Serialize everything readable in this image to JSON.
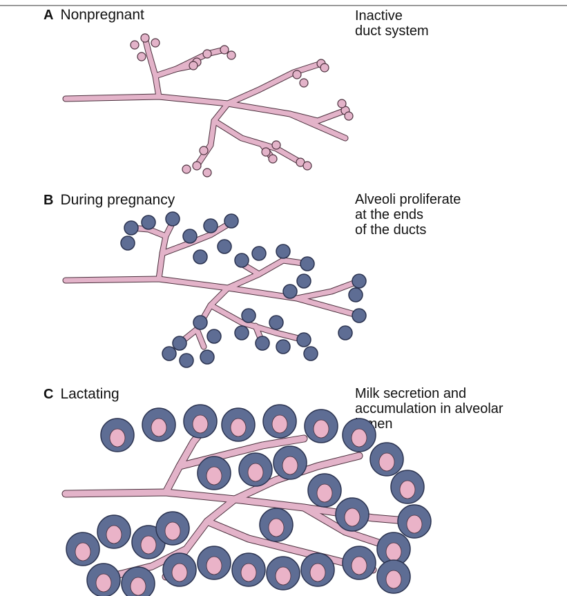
{
  "panels": [
    {
      "letter": "A",
      "title": "Nonpregnant",
      "description": "Inactive\nduct system"
    },
    {
      "letter": "B",
      "title": "During pregnancy",
      "description": "Alveoli proliferate\nat the ends\nof the ducts"
    },
    {
      "letter": "C",
      "title": "Lactating",
      "description": "Milk secretion and\naccumulation in alveolar\nlumen"
    }
  ],
  "colors": {
    "duct": "#e3b3c9",
    "duct_outline": "#4a2f3c",
    "alveolus": "#5e6d94",
    "alveolus_outline": "#2b3350",
    "lumen": "#eab3c8"
  }
}
